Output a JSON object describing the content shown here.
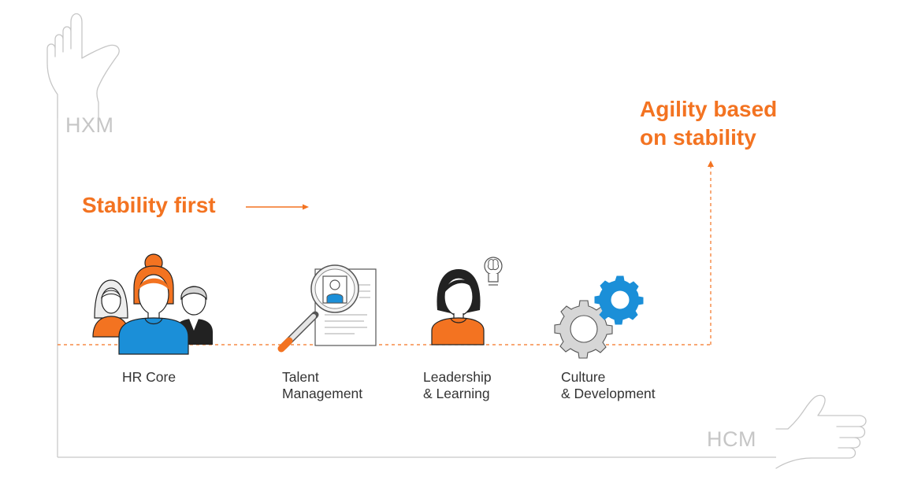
{
  "axes": {
    "y_label": "HXM",
    "x_label": "HCM"
  },
  "headlines": {
    "stability": "Stability first",
    "agility_line1": "Agility based",
    "agility_line2": "on stability"
  },
  "stages": [
    {
      "label": "HR Core",
      "icon": "people-group-icon"
    },
    {
      "label": "Talent\nManagement",
      "icon": "magnified-resume-icon"
    },
    {
      "label": "Leadership\n& Learning",
      "icon": "woman-with-brain-idea-icon"
    },
    {
      "label": "Culture\n& Development",
      "icon": "gears-icon"
    }
  ],
  "colors": {
    "accent": "#f37321",
    "blue": "#1b8fd8",
    "line_grey": "#c6c6c6",
    "dark": "#222222",
    "gear_grey": "#d3d3d3"
  }
}
